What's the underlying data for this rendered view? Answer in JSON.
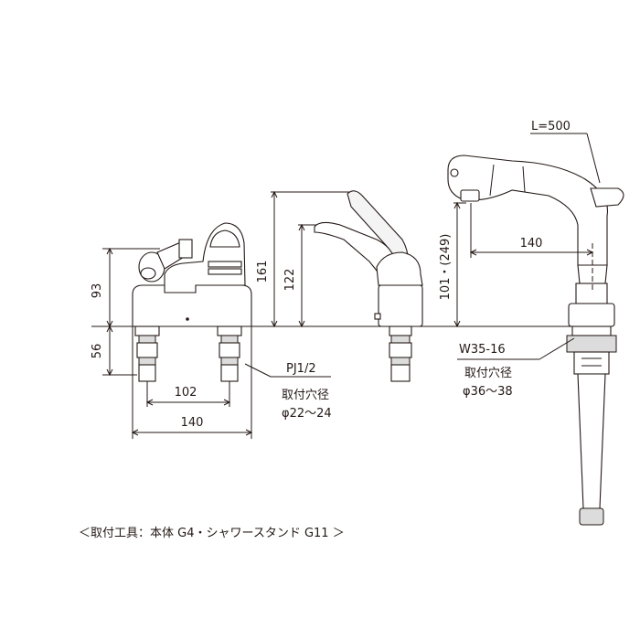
{
  "dimensions": {
    "height_body": "93",
    "height_below": "56",
    "pitch": "102",
    "width": "140",
    "lever_height": "161",
    "spout_height": "122",
    "hose_length": "L=500",
    "shower_reach": "140",
    "shower_height": "101・(249)"
  },
  "callouts": {
    "left_thread": "PJ1/2",
    "left_hole_label": "取付穴径",
    "left_hole_size": "φ22～24",
    "right_thread": "W35-16",
    "right_hole_label": "取付穴径",
    "right_hole_size": "φ36～38"
  },
  "footer": {
    "tools": "＜取付工具：本体 G4・シャワースタンド G11 ＞"
  }
}
